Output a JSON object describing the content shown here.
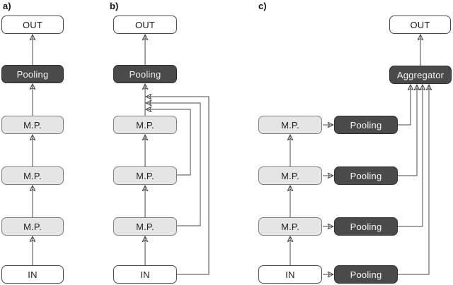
{
  "panels": {
    "a": {
      "label": "a)",
      "nodes": {
        "out": "OUT",
        "pooling": "Pooling",
        "mp1": "M.P.",
        "mp2": "M.P.",
        "mp3": "M.P.",
        "in": "IN"
      }
    },
    "b": {
      "label": "b)",
      "nodes": {
        "out": "OUT",
        "pooling": "Pooling",
        "mp1": "M.P.",
        "mp2": "M.P.",
        "mp3": "M.P.",
        "in": "IN"
      }
    },
    "c": {
      "label": "c)",
      "nodes": {
        "out": "OUT",
        "aggregator": "Aggregator",
        "mp1": "M.P.",
        "mp2": "M.P.",
        "mp3": "M.P.",
        "in": "IN",
        "pooling1": "Pooling",
        "pooling2": "Pooling",
        "pooling3": "Pooling",
        "pooling4": "Pooling"
      }
    }
  },
  "colors": {
    "background": "#ffffff",
    "dark_fill": "#4a4a4a",
    "dark_border": "#2e2e2e",
    "dark_text": "#f5f5f5",
    "light_fill": "#e5e5e5",
    "light_border": "#7d7d7d",
    "white_fill": "#ffffff",
    "box_border": "#4a4a4a",
    "text": "#1f1f1f",
    "connector": "#4a4a4a"
  }
}
